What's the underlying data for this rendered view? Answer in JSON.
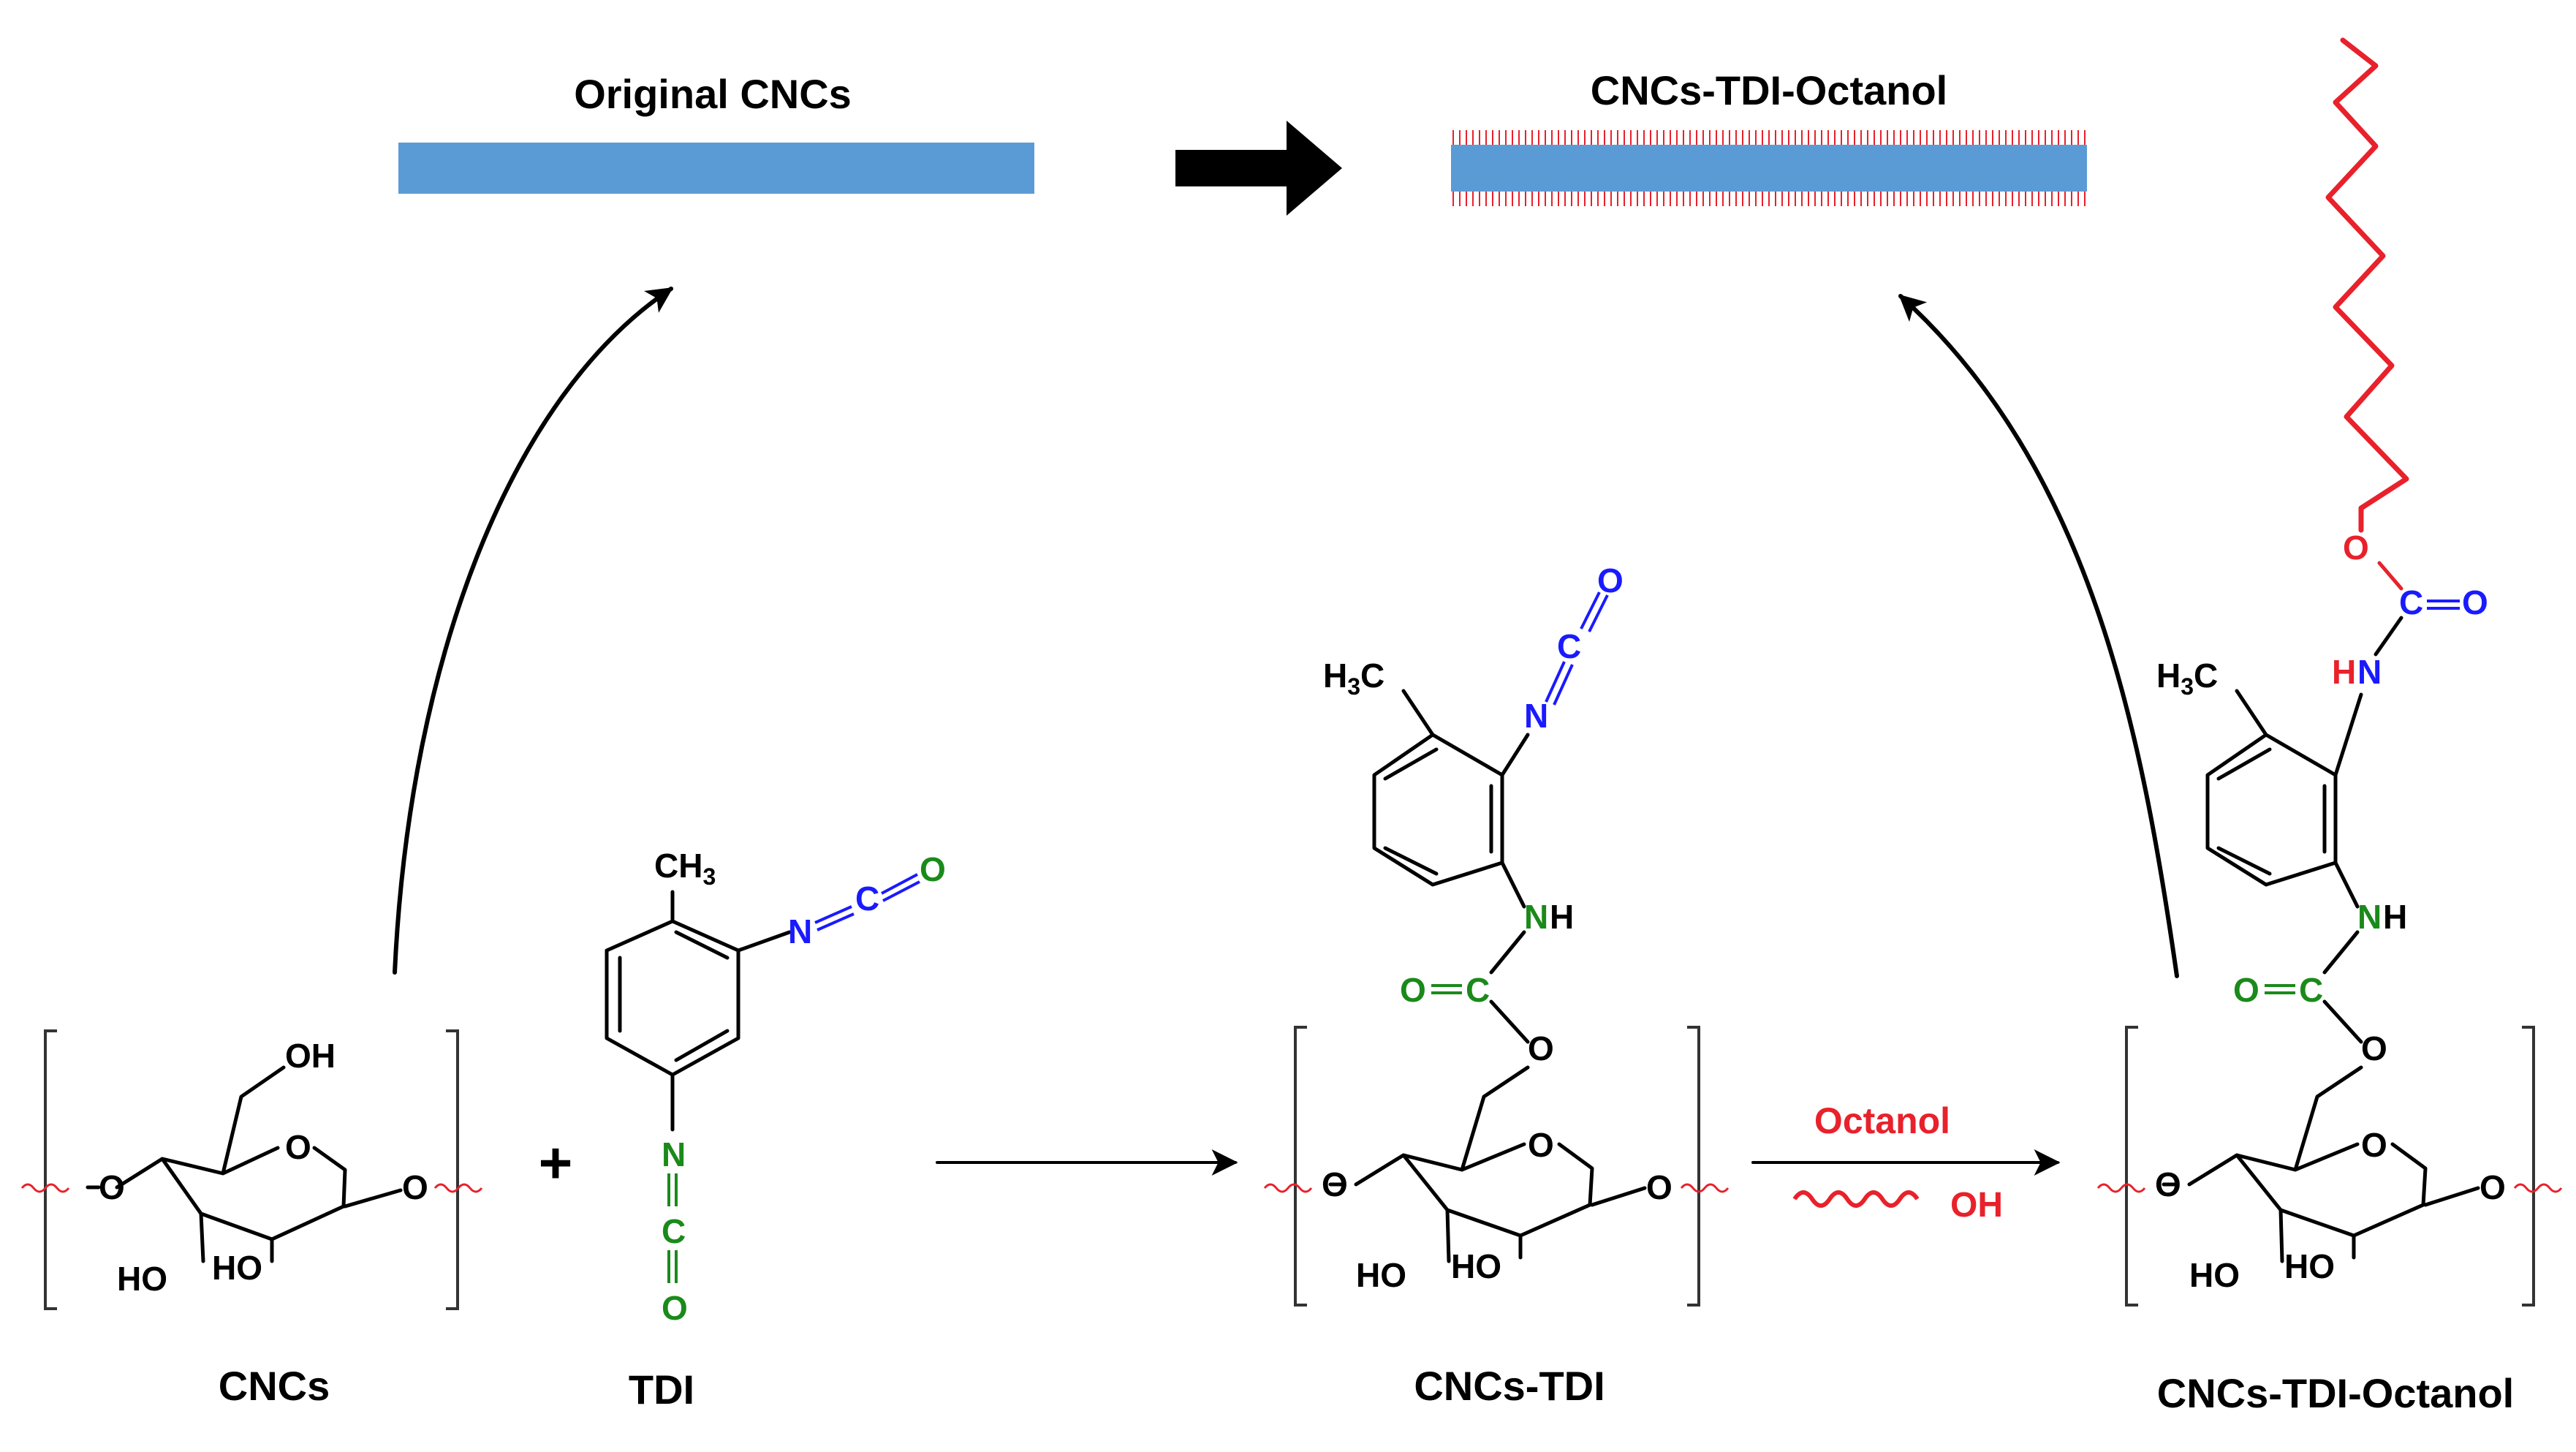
{
  "title_original": "Original CNCs",
  "title_modified": "CNCs-TDI-Octanol",
  "label_cncs": "CNCs",
  "label_tdi": "TDI",
  "label_cncs_tdi": "CNCs-TDI",
  "label_cncs_tdi_octanol": "CNCs-TDI-Octanol",
  "plus_sign": "+",
  "reagent_octanol": "Octanol",
  "atoms": {
    "O": "O",
    "OH": "OH",
    "HO": "HO",
    "N": "N",
    "C": "C",
    "NH": "NH",
    "HN_H": "H",
    "HN_N": "N",
    "CH3_C": "CH",
    "CH3_sub": "3",
    "H3C_H": "H",
    "H3C_sub": "3",
    "H3C_C": "C"
  },
  "colors": {
    "bar": "#5b9bd5",
    "red": "#e8212b",
    "blue": "#1a1aff",
    "green": "#1a8a1a",
    "black": "#000000"
  }
}
